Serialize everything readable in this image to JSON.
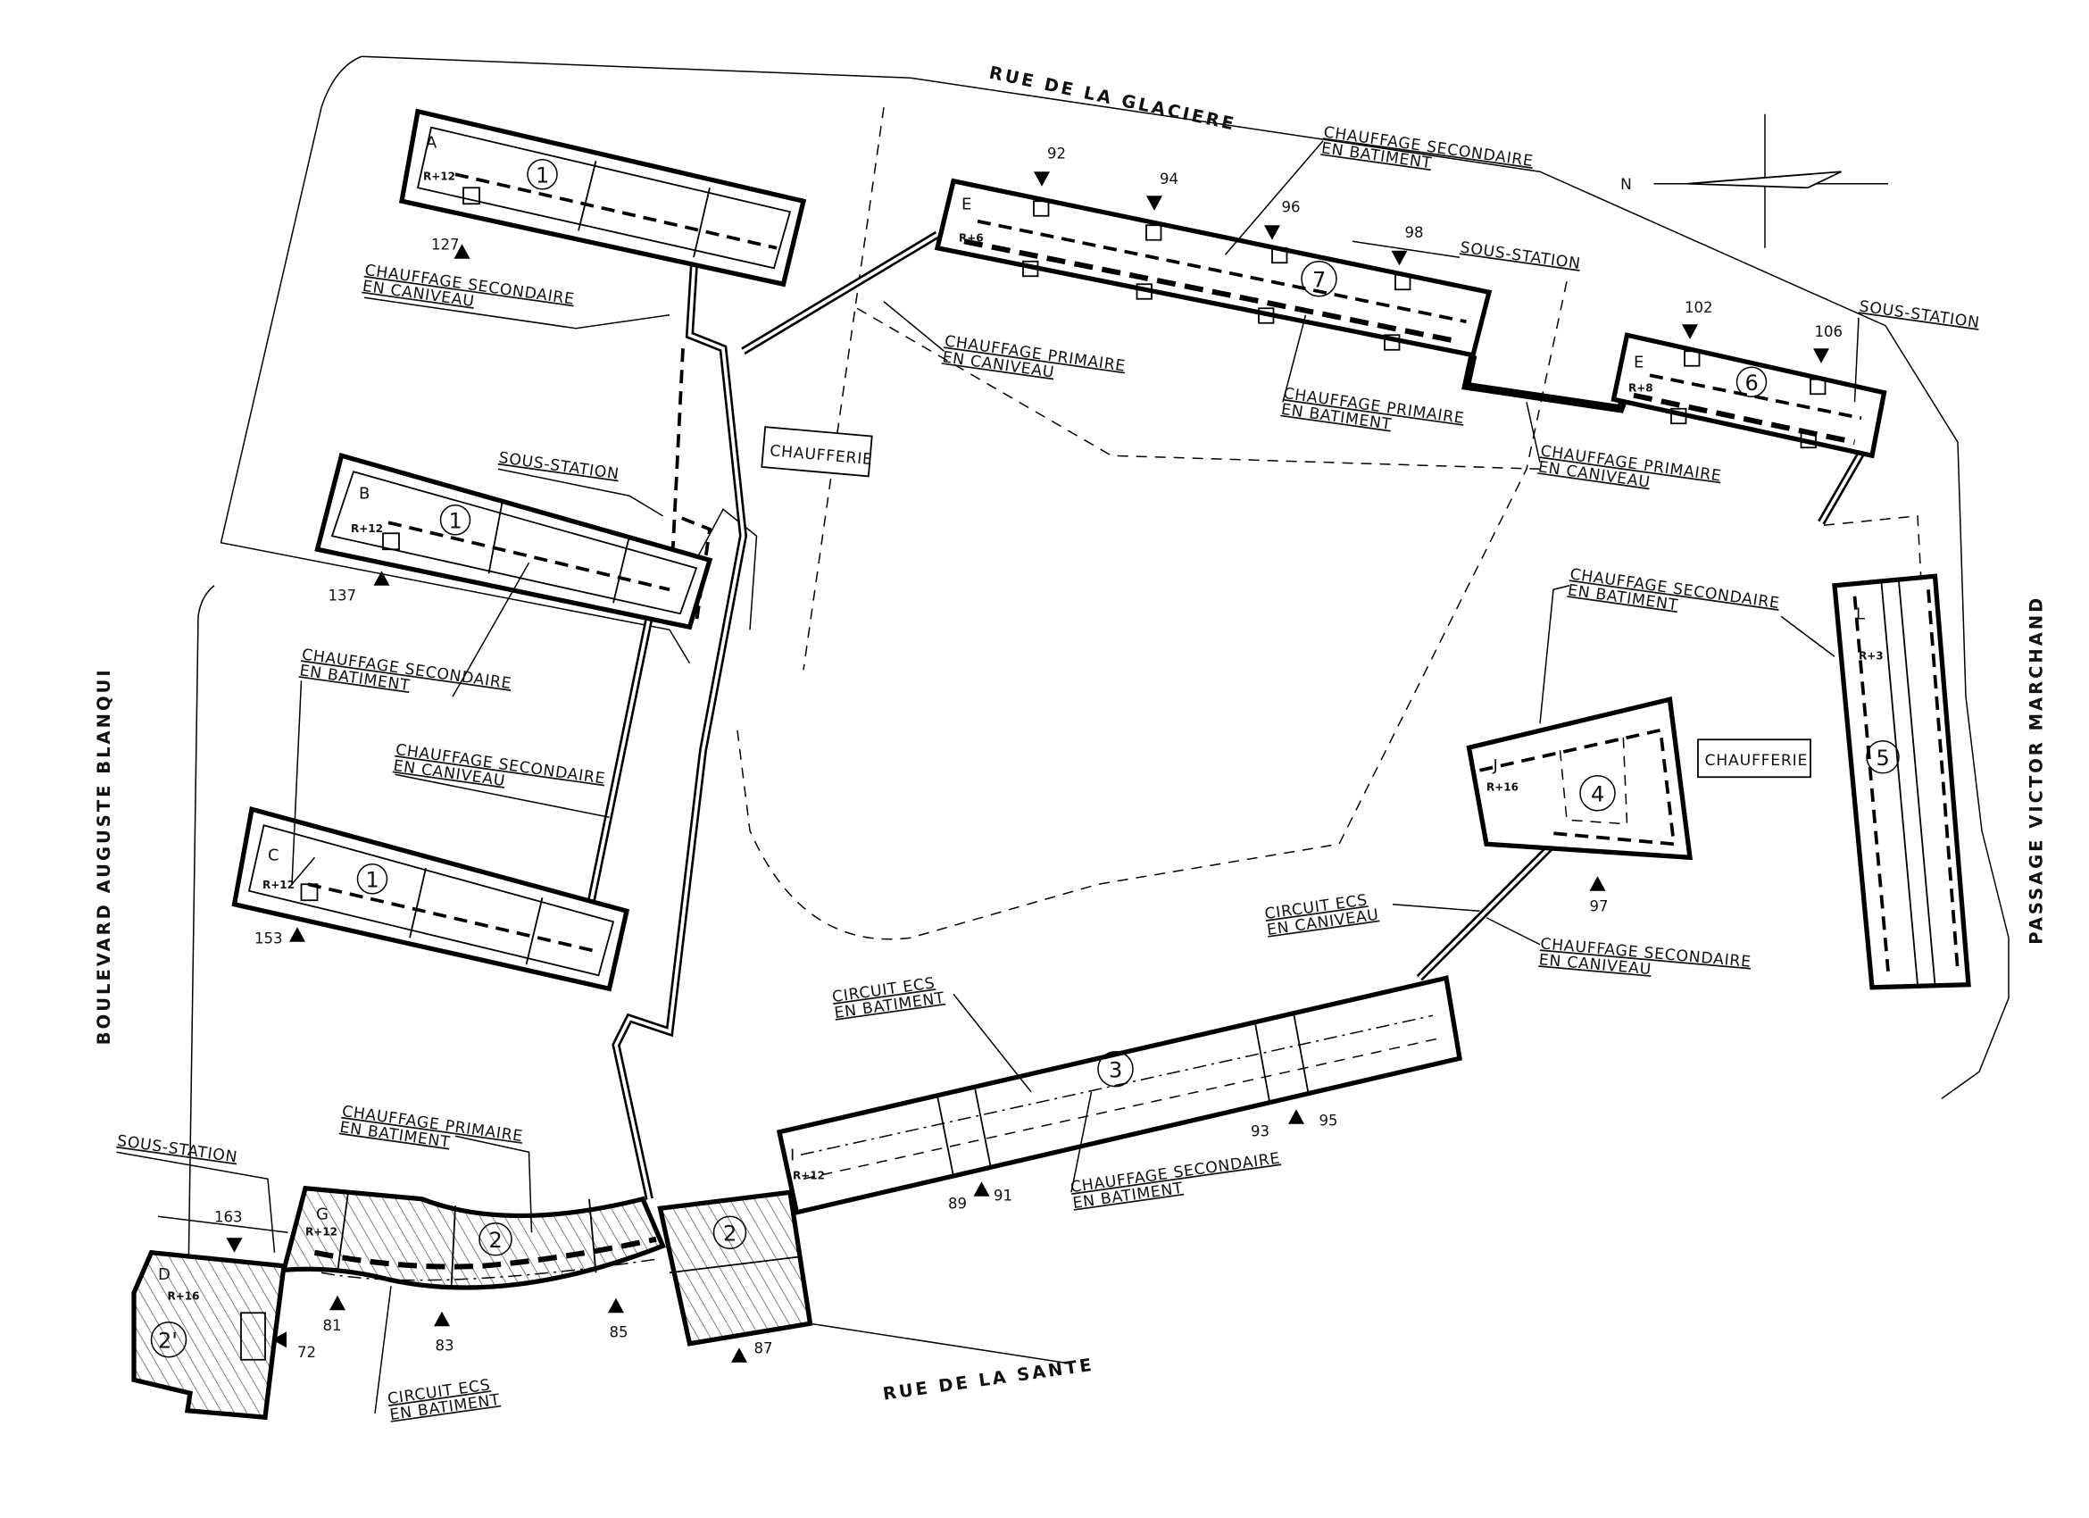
{
  "streets": {
    "glaciere": "RUE DE LA GLACIERE",
    "blanqui": "BOULEVARD AUGUSTE BLANQUI",
    "marchand": "PASSAGE VICTOR MARCHAND",
    "sante": "RUE DE LA SANTE"
  },
  "compass": "N",
  "buildings": [
    {
      "letter": "A",
      "level": "R+12",
      "number": "1"
    },
    {
      "letter": "B",
      "level": "R+12",
      "number": "1"
    },
    {
      "letter": "C",
      "level": "R+12",
      "number": "1"
    },
    {
      "letter": "E",
      "level": "R+6",
      "number": "7"
    },
    {
      "letter": "E",
      "level": "R+8",
      "number": "6"
    },
    {
      "letter": "L",
      "level": "R+3",
      "number": "5"
    },
    {
      "letter": "J",
      "level": "R+16",
      "number": "4"
    },
    {
      "letter": "I",
      "level": "R+12",
      "number": "3"
    },
    {
      "letter": "G",
      "level": "R+12",
      "number": "2"
    },
    {
      "letter": "D",
      "level": "R+16",
      "number": "2'"
    },
    {
      "letter": "",
      "level": "",
      "number": "2"
    }
  ],
  "chaufferie": [
    "CHAUFFERIE",
    "CHAUFFERIE"
  ],
  "points": [
    "127",
    "137",
    "153",
    "92",
    "94",
    "96",
    "98",
    "102",
    "106",
    "97",
    "89",
    "91",
    "93",
    "95",
    "81",
    "83",
    "85",
    "87",
    "163",
    "72"
  ],
  "annotations": [
    {
      "line1": "CHAUFFAGE SECONDAIRE",
      "line2": "EN CANIVEAU"
    },
    {
      "line1": "SOUS-STATION",
      "line2": ""
    },
    {
      "line1": "CHAUFFAGE SECONDAIRE",
      "line2": "EN BATIMENT"
    },
    {
      "line1": "CHAUFFAGE SECONDAIRE",
      "line2": "EN CANIVEAU"
    },
    {
      "line1": "CHAUFFAGE PRIMAIRE",
      "line2": "EN CANIVEAU"
    },
    {
      "line1": "CHAUFFAGE SECONDAIRE",
      "line2": "EN BATIMENT"
    },
    {
      "line1": "SOUS-STATION",
      "line2": ""
    },
    {
      "line1": "CHAUFFAGE PRIMAIRE",
      "line2": "EN BATIMENT"
    },
    {
      "line1": "CHAUFFAGE PRIMAIRE",
      "line2": "EN CANIVEAU"
    },
    {
      "line1": "SOUS-STATION",
      "line2": ""
    },
    {
      "line1": "CHAUFFAGE SECONDAIRE",
      "line2": "EN BATIMENT"
    },
    {
      "line1": "CIRCUIT ECS",
      "line2": "EN CANIVEAU"
    },
    {
      "line1": "CHAUFFAGE SECONDAIRE",
      "line2": "EN CANIVEAU"
    },
    {
      "line1": "CIRCUIT ECS",
      "line2": "EN BATIMENT"
    },
    {
      "line1": "CHAUFFAGE SECONDAIRE",
      "line2": "EN BATIMENT"
    },
    {
      "line1": "CHAUFFAGE PRIMAIRE",
      "line2": "EN BATIMENT"
    },
    {
      "line1": "SOUS-STATION",
      "line2": ""
    },
    {
      "line1": "CIRCUIT ECS",
      "line2": "EN BATIMENT"
    }
  ]
}
